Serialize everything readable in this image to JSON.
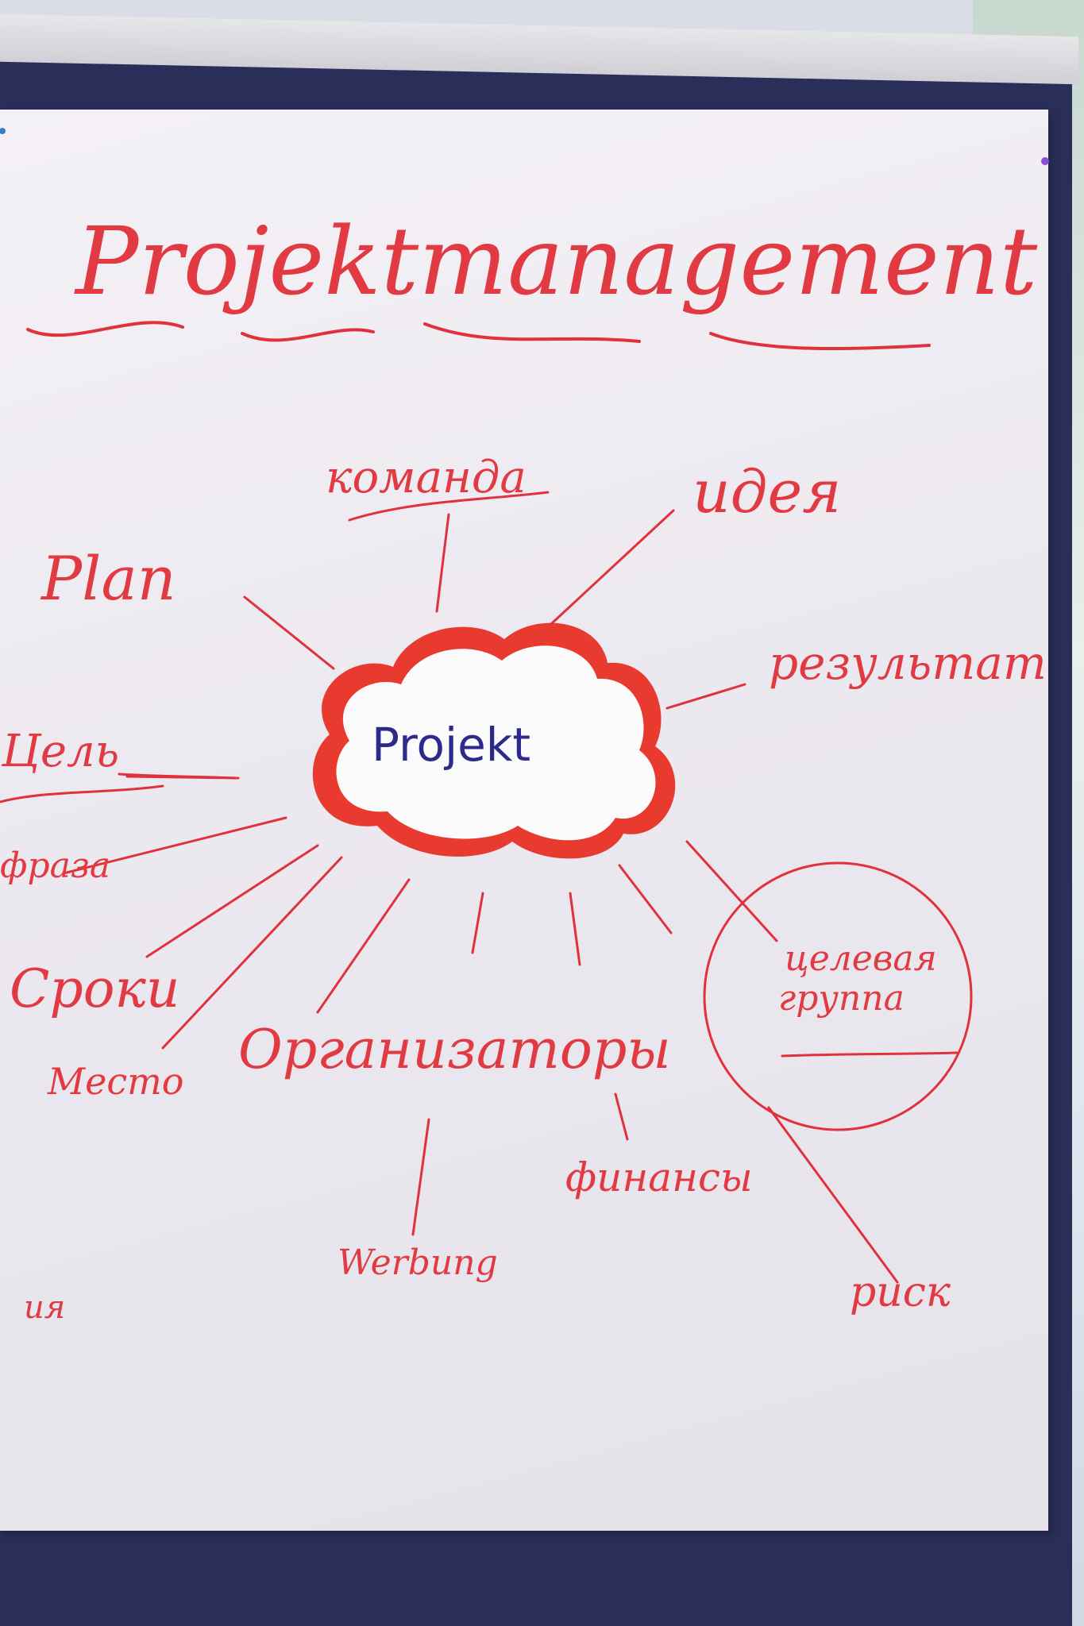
{
  "flipchart": {
    "title": "Projektmanagement",
    "center": "Projekt",
    "branches": {
      "komanda": "команда",
      "ideya": "идея",
      "plan": "Plan",
      "rezultat": "результат",
      "tsel": "Цель",
      "fraza": "фраза",
      "sroki": "Сроки",
      "mesto": "Место",
      "organizatory": "Организаторы",
      "tselevaya_gruppa_line1": "целевая",
      "tselevaya_gruppa_line2": "группа",
      "finansy": "финансы",
      "werbung": "Werbung",
      "risk": "риск",
      "corner_note": "ия"
    }
  },
  "colors": {
    "marker_red": "#e0323c",
    "marker_blue": "#2e2a8c",
    "board_blue": "#2a2f5a",
    "paper": "#eeeaf0"
  }
}
